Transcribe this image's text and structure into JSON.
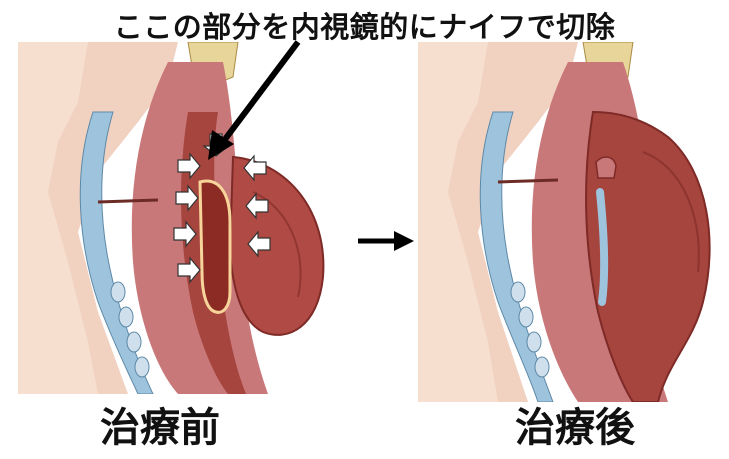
{
  "caption": "ここの部分を内視鏡的にナイフで切除",
  "labels": {
    "before": "治療前",
    "after": "治療後"
  },
  "icons": {
    "pointer": "pointer-arrow-icon",
    "transition": "right-arrow-icon",
    "compression": "white-arrow-icon"
  },
  "colors": {
    "tissue_outer": "#c9787a",
    "tissue_inner": "#a6443e",
    "pouch": "#b04a44",
    "pouch_shadow": "#7e2a26",
    "spine": "#9ec3dc",
    "bone": "#e8d59a",
    "skin": "#f1d1bf"
  }
}
